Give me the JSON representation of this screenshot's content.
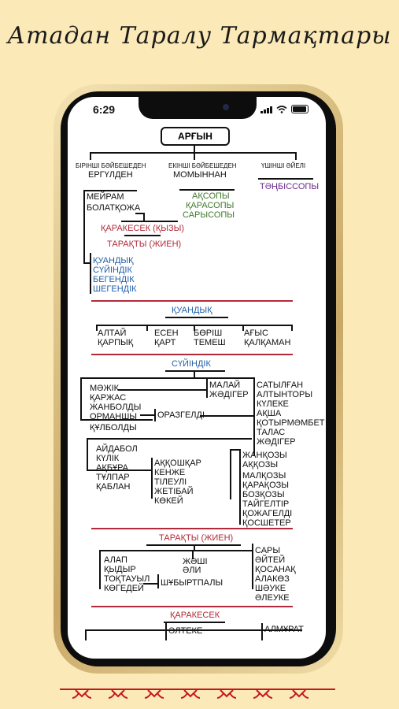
{
  "header": {
    "title": "Атадан Таралу Тармақтары"
  },
  "status_bar": {
    "time": "6:29"
  },
  "root": "АРҒЫН",
  "wives": [
    {
      "label": "БІРІНШІ БӘЙБЕШЕДЕН",
      "son": "ЕРГҮЛДЕН"
    },
    {
      "label": "ЕКІНШІ БӘЙБЕШЕДЕН",
      "son": "МОМЫННАН"
    },
    {
      "label": "ҮШІНШІ ӘЙЕЛІ",
      "son": "ТӘҢБІССОПЫ"
    }
  ],
  "ergulden": {
    "line1": "МЕЙРАМ",
    "line2": "БОЛАТҚОЖА",
    "qarakesek": "ҚАРАКЕСЕК (ҚЫЗЫ)",
    "taraqty": "ТАРАҚТЫ (ЖИЕН)",
    "groups": [
      "ҚУАНДЫҚ",
      "СҮЙІНДІК",
      "БЕГЕНДІК",
      "ШЕГЕНДІК"
    ]
  },
  "momyn_children": [
    "АҚСОПЫ",
    "ҚАРАСОПЫ",
    "САРЫСОПЫ"
  ],
  "quandyq": {
    "title": "ҚУАНДЫҚ",
    "row1": [
      "АЛТАЙ",
      "ЕСЕН",
      "БӨРІШ",
      "АҒЫС"
    ],
    "row2": [
      "ҚАРПЫҚ",
      "ҚАРТ",
      "ТЕМЕШ",
      "ҚАЛҚАМАН"
    ]
  },
  "suyindiq": {
    "title": "СҮЙІНДІК",
    "left": [
      "МӘЖІК",
      "ҚАРЖАС",
      "ЖАНБОЛДЫ",
      "ОРМАНШЫ",
      "ҚҰЛБОЛДЫ"
    ],
    "top_right": [
      "МАЛАЙ",
      "ЖӘДІГЕР"
    ],
    "middle": "ОРАЗГЕЛДІ",
    "right": [
      "САТЫЛҒАН",
      "АЛТЫНТОРЫ",
      "КҮЛЕКЕ",
      "АҚША",
      "ҚОТЫРМӘМБЕТ",
      "ТАЛАС",
      "ЖӘДІГЕР"
    ],
    "lower_left": [
      "АЙДАБОЛ",
      "КҮЛІК",
      "АҚБҰРА",
      "ТҰЛПАР",
      "ҚАБЛАН"
    ],
    "lower_mid": [
      "АҚҚОШҚАР",
      "КЕНЖЕ",
      "ТІЛЕУЛІ",
      "ЖЕТІБАЙ",
      "КӨКЕЙ"
    ],
    "lower_right": [
      "ЖАНҚОЗЫ",
      "АҚҚОЗЫ",
      "МАЛҚОЗЫ",
      "ҚАРАҚОЗЫ",
      "БОЗҚОЗЫ",
      "ТАЙГЕЛТІР",
      "ҚОЖАГЕЛДІ",
      "ҚОСШЕТЕР"
    ]
  },
  "taraqty": {
    "title": "ТАРАҚТЫ (ЖИЕН)",
    "left": [
      "АЛАП",
      "ҚЫДЫР",
      "ТОҚТАУЫЛ",
      "КӨГЕДЕЙ"
    ],
    "mid": [
      "ЖӘШІ",
      "ӘЛИ"
    ],
    "mid2": "ШҰБЫРТПАЛЫ",
    "right": [
      "САРЫ",
      "ӘЙТЕЙ",
      "ҚОСАНАҚ",
      "АЛАКӨЗ",
      "ШӘУКЕ",
      "ӘЛЕУКЕ"
    ]
  },
  "qarakesek": {
    "title": "ҚАРАКЕСЕК",
    "row": [
      "ӘЛТЕКЕ",
      "АЛМҰРАТ"
    ]
  }
}
